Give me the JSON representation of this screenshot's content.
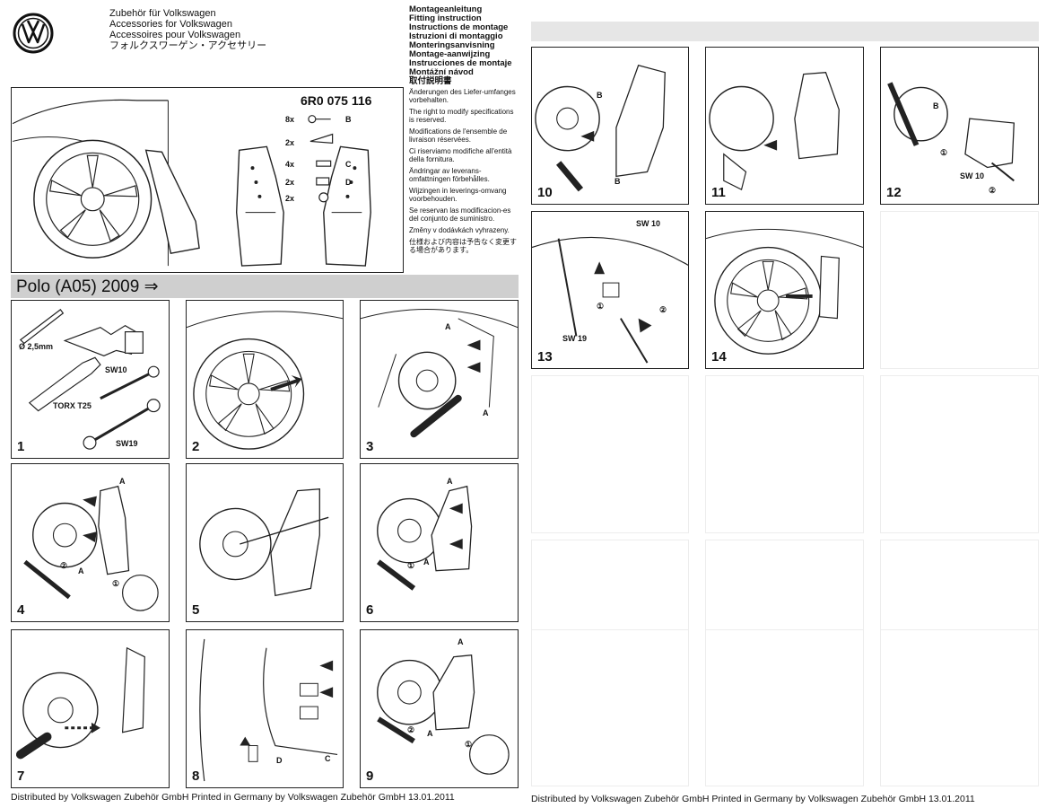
{
  "brand": {
    "header_lines": [
      "Zubehör für Volkswagen",
      "Accessories for Volkswagen",
      "Accessoires pour Volkswagen",
      "フォルクスワーゲン・アクセサリー"
    ]
  },
  "instructions_title": [
    "Montageanleitung",
    "Fitting instruction",
    "Instructions de montage",
    "Istruzioni di montaggio",
    "Monteringsanvisning",
    "Montage-aanwijzing",
    "Instrucciones de montaje",
    "Montážní návod",
    "取付説明書"
  ],
  "notes": [
    "Änderungen des Liefer-umfanges vorbehalten.",
    "The right to modify specifications is reserved.",
    "Modifications de l'ensemble de livraison réservées.",
    "Ci riserviamo modifiche all'entità della fornitura.",
    "Ändringar av leverans-omfattningen förbehålles.",
    "Wijzingen in leverings-omvang voorbehouden.",
    "Se reservan las modificacion-es del conjunto de suministro.",
    "Změny v dodávkách vyhrazeny.",
    "仕様および内容は予告なく変更する場合があります。"
  ],
  "part_number": "6R0 075 116",
  "parts": [
    {
      "qty": "8x",
      "letter": "B"
    },
    {
      "qty": "2x",
      "letter": ""
    },
    {
      "qty": "4x",
      "letter": "C"
    },
    {
      "qty": "2x",
      "letter": "D"
    },
    {
      "qty": "2x",
      "letter": ""
    }
  ],
  "model_banner": "Polo (A05) 2009 ⇒",
  "tools": {
    "drill": "Ø 2,5mm",
    "torx": "TORX T25",
    "sw10": "SW10",
    "sw19": "SW19"
  },
  "steps": [
    "1",
    "2",
    "3",
    "4",
    "5",
    "6",
    "7",
    "8",
    "9",
    "10",
    "11",
    "12",
    "13",
    "14"
  ],
  "labels": {
    "A": "A",
    "B": "B",
    "C": "C",
    "D": "D",
    "sw10": "SW 10",
    "sw19": "SW 19",
    "c1": "①",
    "c2": "②"
  },
  "footer_left": "Distributed by Volkswagen Zubehör GmbH   Printed in Germany by Volkswagen Zubehör GmbH   13.01.2011",
  "footer_right": "Distributed by Volkswagen Zubehör GmbH   Printed in Germany by Volkswagen Zubehör GmbH   13.01.2011"
}
